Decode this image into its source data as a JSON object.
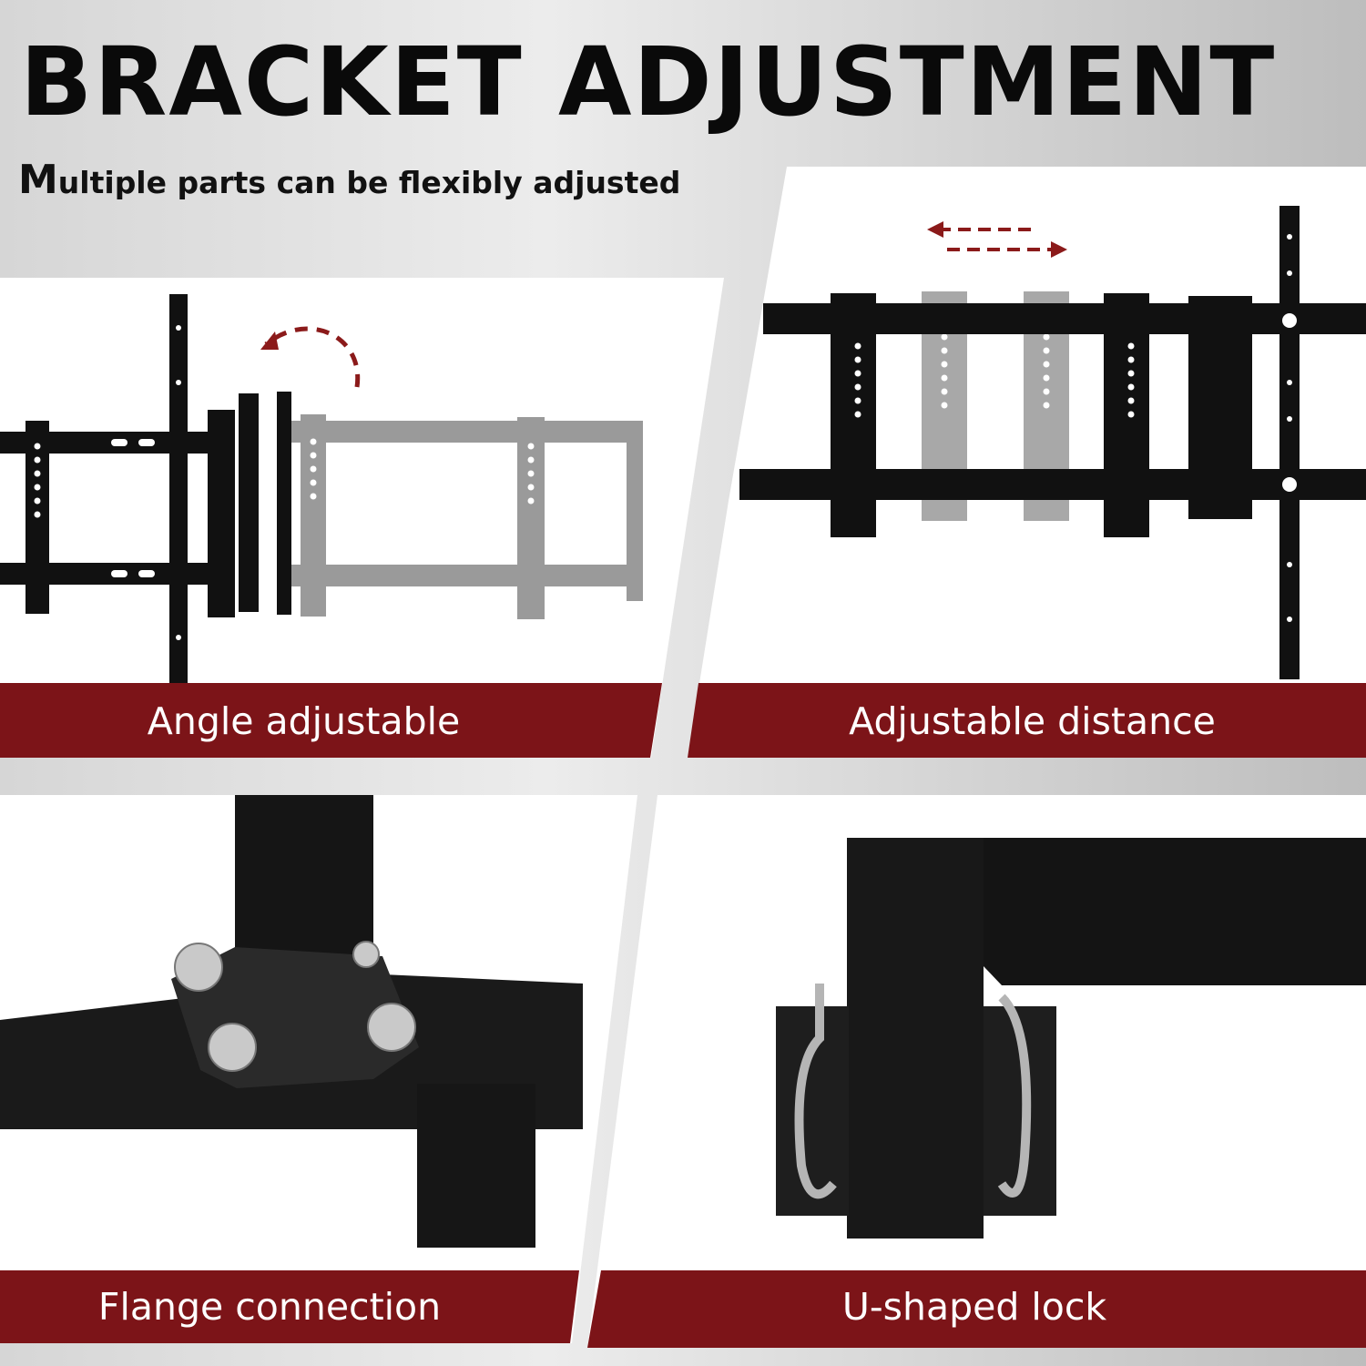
{
  "header": {
    "title": "BRACKET ADJUSTMENT",
    "subtitle_initial": "M",
    "subtitle_rest": "ultiple parts can be flexibly adjusted"
  },
  "panels": [
    {
      "label": "Angle adjustable"
    },
    {
      "label": "Adjustable distance"
    },
    {
      "label": "Flange connection"
    },
    {
      "label": "U-shaped lock"
    }
  ],
  "colors": {
    "label_bar": "#7c1418",
    "arrow": "#8b1a1a",
    "steel": "#111111",
    "ghost": "#9a9a9a"
  }
}
